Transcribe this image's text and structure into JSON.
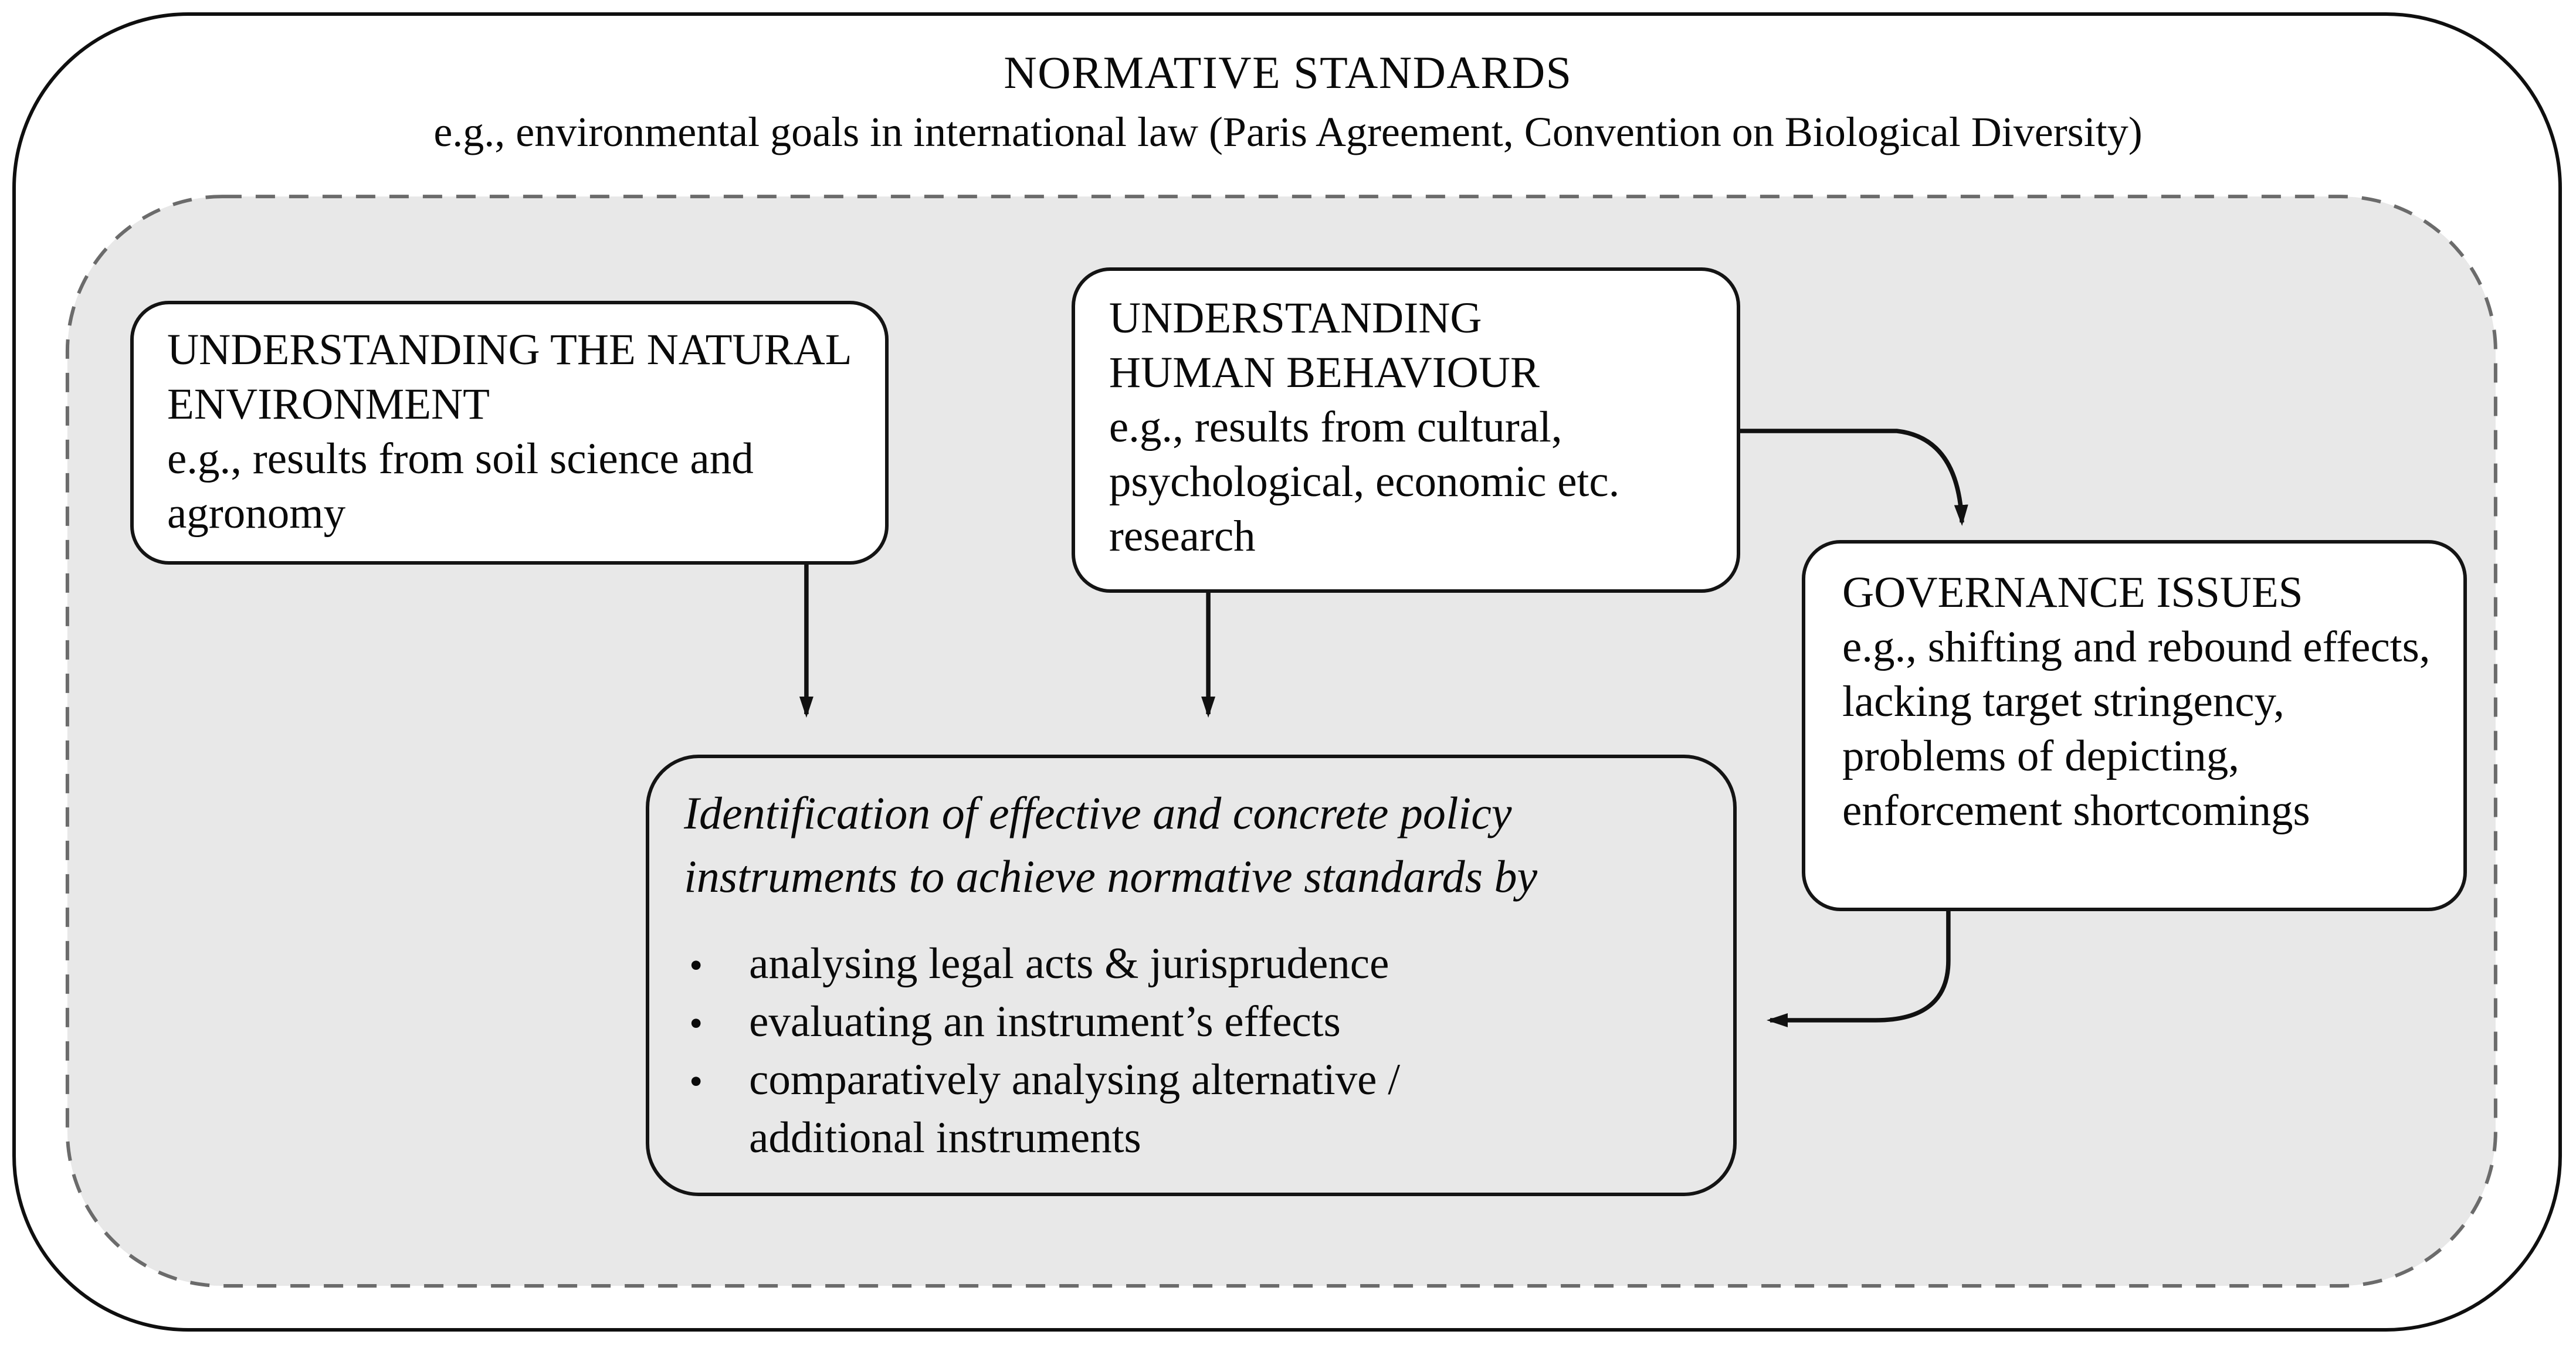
{
  "diagram": {
    "title": "NORMATIVE STANDARDS",
    "subtitle": "e.g., environmental goals in international law (Paris Agreement, Convention on Biological Diversity)",
    "bullet_char": "•",
    "boxes": {
      "natural_environment": {
        "title": "UNDERSTANDING THE NATURAL ENVIRONMENT",
        "body": "e.g., results from soil science and agronomy"
      },
      "human_behaviour": {
        "title": "UNDERSTANDING HUMAN BEHAVIOUR",
        "body": "e.g., results from cultural, psychological, economic etc. research"
      },
      "governance_issues": {
        "title": "GOVERNANCE ISSUES",
        "body": "e.g., shifting and rebound effects, lacking target stringency, problems of depicting, enforcement shortcomings"
      },
      "identification": {
        "heading": "Identification of effective and concrete policy instruments to achieve normative standards by",
        "bullets": [
          "analysing legal acts & jurisprudence",
          "evaluating an instrument’s effects",
          "comparatively analysing alternative / additional instruments"
        ]
      }
    },
    "colors": {
      "panel_fill": "#e8e8e8",
      "line": "#111111",
      "dash_border": "#6b6b6b"
    }
  }
}
